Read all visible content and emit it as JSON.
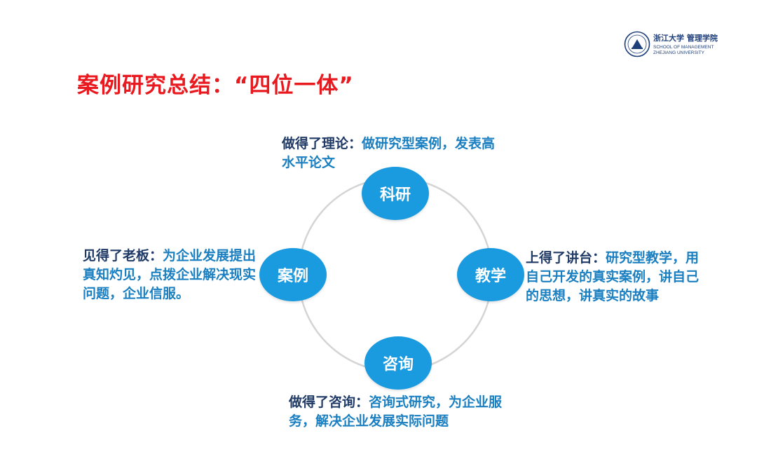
{
  "title": "案例研究总结：“四位一体”",
  "logo": {
    "cn_name": "浙江大学 管理学院",
    "en_line1": "SCHOOL OF MANAGEMENT",
    "en_line2": "ZHEJIANG UNIVERSITY"
  },
  "nodes": {
    "top": "科研",
    "left": "案例",
    "right": "教学",
    "bottom": "咨询"
  },
  "descriptions": {
    "top": {
      "head": "做得了理论：",
      "body": "做研究型案例，发表高水平论文"
    },
    "left": {
      "head": "见得了老板：",
      "body": "为企业发展提出真知灼见，点拨企业解决现实问题，企业信服。"
    },
    "right": {
      "head": "上得了讲台：",
      "body": "研究型教学，用自己开发的真实案例，讲自己的思想，讲真实的故事"
    },
    "bottom": {
      "head": "做得了咨询：",
      "body": "咨询式研究，为企业服务，解决企业发展实际问题"
    }
  },
  "colors": {
    "title": "#e8191f",
    "node": "#1a9be0",
    "desc_head": "#1f3a66",
    "desc_body": "#1a7fc1",
    "ring": "#d4d4d4"
  }
}
